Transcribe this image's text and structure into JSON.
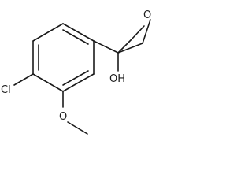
{
  "structure": {
    "atoms": {
      "oxetane_oxygen": "O",
      "hydroxyl": "OH",
      "chlorine": "Cl",
      "methoxy_oxygen": "O"
    },
    "colors": {
      "bond": "#1a1a1a",
      "label": "#1a1a1a",
      "background": "#ffffff"
    }
  }
}
